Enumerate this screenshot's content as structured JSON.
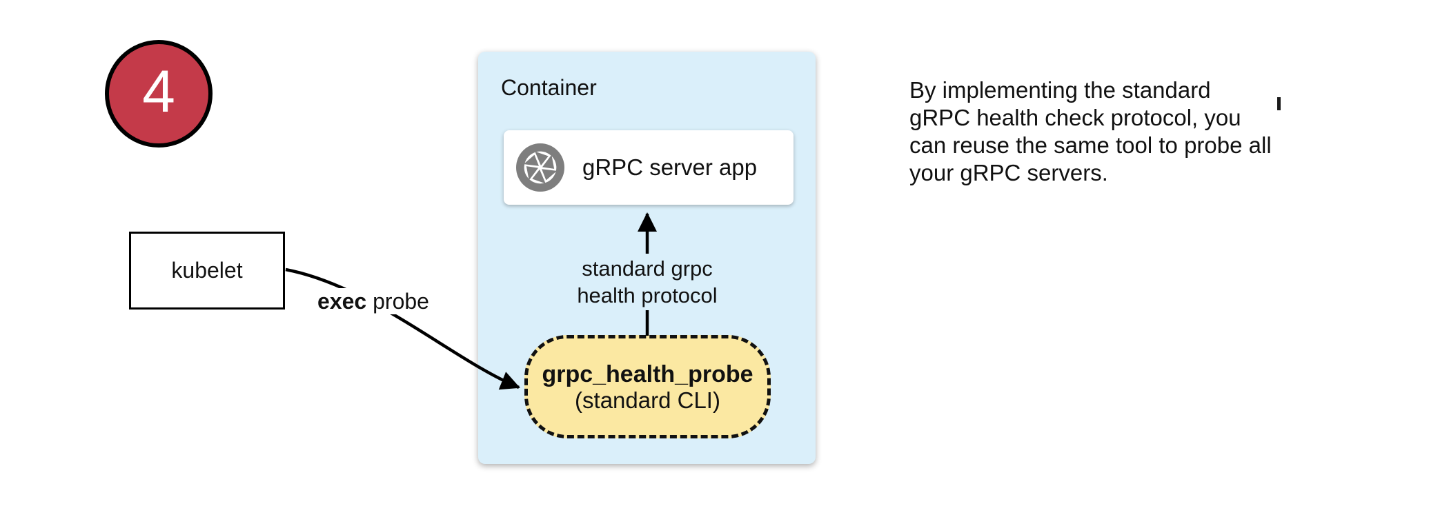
{
  "badge": {
    "number": "4",
    "color": "#c43a49"
  },
  "kubelet": {
    "label": "kubelet"
  },
  "container": {
    "label": "Container",
    "bg_color": "#daeffa",
    "server_app": {
      "label": "gRPC server app",
      "icon": "aperture-icon",
      "icon_color": "#7e7e7e"
    },
    "probe_pill": {
      "title": "grpc_health_probe",
      "subtitle": "(standard CLI)",
      "bg_color": "#fbe8a2"
    }
  },
  "edges": {
    "exec_probe": {
      "label_bold": "exec",
      "label_rest": " probe"
    },
    "health_protocol": {
      "label": "standard grpc\nhealth protocol"
    }
  },
  "note": {
    "text": "By implementing the standard\ngRPC health check protocol, you\ncan reuse the same tool to probe all\nyour gRPC servers."
  }
}
